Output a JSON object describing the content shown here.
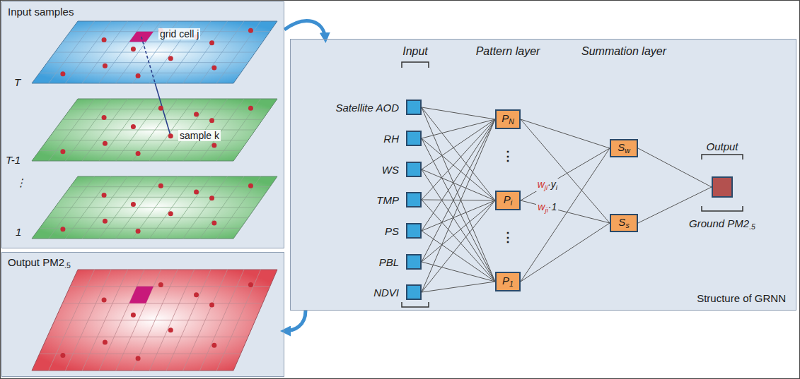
{
  "diagram": {
    "nodes": [
      {
        "text": [
          "Input samples"
        ]
      },
      {
        "text": [
          "Output PM2.5"
        ]
      },
      {
        "text": [
          "Structure of GRNN"
        ]
      },
      {
        "text": [
          "Satellite AOD"
        ],
        "in": 2
      },
      {
        "text": [
          "RH"
        ],
        "in": 2
      },
      {
        "text": [
          "WS"
        ],
        "in": 2
      },
      {
        "text": [
          "TMP"
        ],
        "in": 2
      },
      {
        "text": [
          "PS"
        ],
        "in": 2
      },
      {
        "text": [
          "PBL"
        ],
        "in": 2
      },
      {
        "text": [
          "NDVI"
        ],
        "in": 2
      },
      {
        "text": [
          "PN"
        ],
        "in": 2
      },
      {
        "text": [
          "Pi"
        ],
        "in": 2
      },
      {
        "text": [
          "P1"
        ],
        "in": 2
      },
      {
        "text": [
          "Sw"
        ],
        "in": 2
      },
      {
        "text": [
          "Ss"
        ],
        "in": 2
      },
      {
        "text": [
          "Output",
          "Ground PM2.5"
        ],
        "in": 2
      }
    ],
    "edges": [
      {
        "from": 0,
        "to": 2,
        "arrow": "to"
      },
      {
        "from": 2,
        "to": 1,
        "arrow": "to"
      },
      {
        "from": 3,
        "to": 10,
        "arrow": "none"
      },
      {
        "from": 3,
        "to": 11,
        "arrow": "none"
      },
      {
        "from": 3,
        "to": 12,
        "arrow": "none"
      },
      {
        "from": 4,
        "to": 10,
        "arrow": "none"
      },
      {
        "from": 4,
        "to": 11,
        "arrow": "none"
      },
      {
        "from": 4,
        "to": 12,
        "arrow": "none"
      },
      {
        "from": 5,
        "to": 10,
        "arrow": "none"
      },
      {
        "from": 5,
        "to": 11,
        "arrow": "none"
      },
      {
        "from": 5,
        "to": 12,
        "arrow": "none"
      },
      {
        "from": 6,
        "to": 10,
        "arrow": "none"
      },
      {
        "from": 6,
        "to": 11,
        "arrow": "none"
      },
      {
        "from": 6,
        "to": 12,
        "arrow": "none"
      },
      {
        "from": 7,
        "to": 10,
        "arrow": "none"
      },
      {
        "from": 7,
        "to": 11,
        "arrow": "none"
      },
      {
        "from": 7,
        "to": 12,
        "arrow": "none"
      },
      {
        "from": 8,
        "to": 10,
        "arrow": "none"
      },
      {
        "from": 8,
        "to": 11,
        "arrow": "none"
      },
      {
        "from": 8,
        "to": 12,
        "arrow": "none"
      },
      {
        "from": 9,
        "to": 10,
        "arrow": "none"
      },
      {
        "from": 9,
        "to": 11,
        "arrow": "none"
      },
      {
        "from": 9,
        "to": 12,
        "arrow": "none"
      },
      {
        "from": 10,
        "to": 13,
        "arrow": "none"
      },
      {
        "from": 10,
        "to": 14,
        "arrow": "none"
      },
      {
        "from": 11,
        "to": 13,
        "arrow": "none",
        "label": "wji·yi"
      },
      {
        "from": 11,
        "to": 14,
        "arrow": "none",
        "label": "wji·1"
      },
      {
        "from": 12,
        "to": 13,
        "arrow": "none"
      },
      {
        "from": 12,
        "to": 14,
        "arrow": "none"
      },
      {
        "from": 13,
        "to": 15,
        "arrow": "none"
      },
      {
        "from": 14,
        "to": 15,
        "arrow": "none"
      }
    ],
    "labels": [
      "T",
      "T-1",
      "⋮",
      "1",
      "grid cell j",
      "sample k",
      "Input",
      "Pattern layer",
      "Summation layer",
      "⋮",
      "⋮"
    ]
  }
}
